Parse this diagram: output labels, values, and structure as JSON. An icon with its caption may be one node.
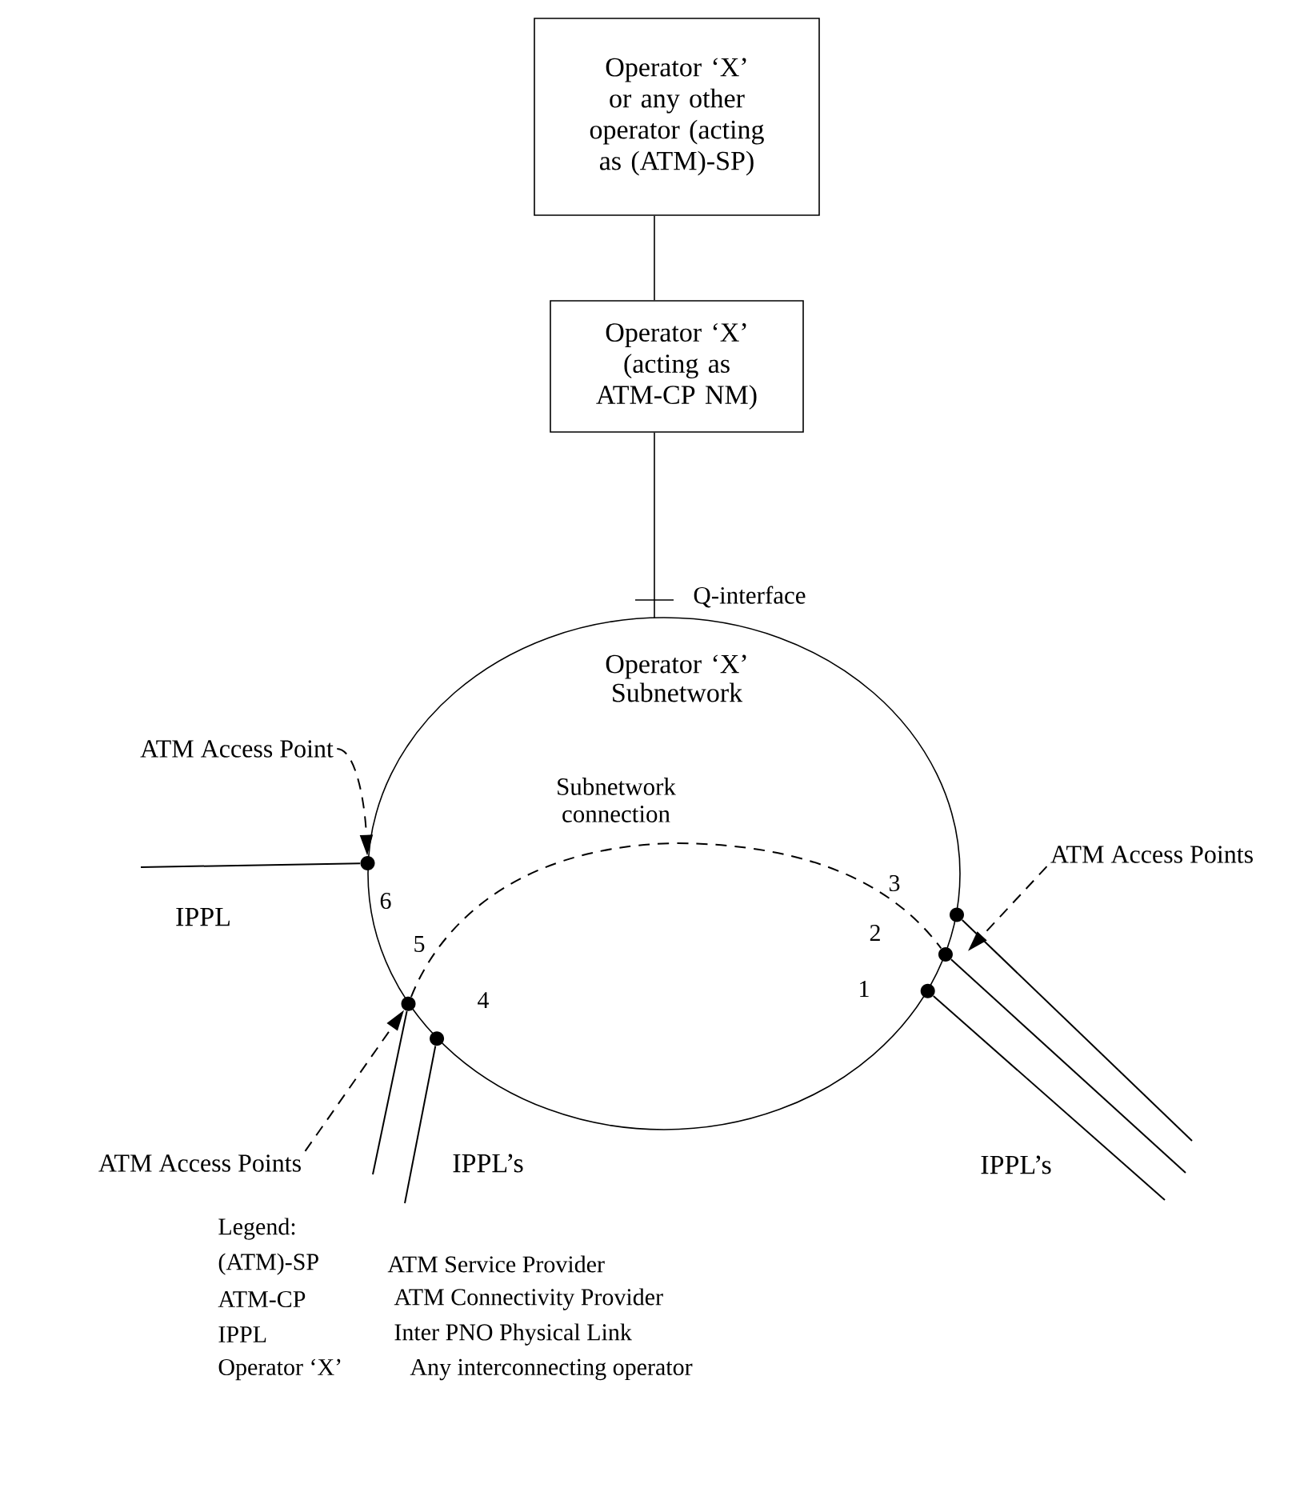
{
  "diagram": {
    "nodes": [
      {
        "text": [
          "Operator ‘X’ or any other operator (acting as (ATM)-SP)"
        ]
      },
      {
        "text": [
          "Operator ‘X’ (acting as ATM-CP NM)"
        ]
      },
      {
        "text": [
          "Operator ‘X’ Subnetwork"
        ]
      },
      {
        "text": [
          "ATM Access Point"
        ]
      },
      {
        "text": [],
        "shape": "circle",
        "in": 2
      },
      {
        "text": [],
        "shape": "circle",
        "in": 2
      },
      {
        "text": [],
        "shape": "circle",
        "in": 2
      },
      {
        "text": [],
        "shape": "circle",
        "in": 2
      },
      {
        "text": [],
        "shape": "circle",
        "in": 2
      },
      {
        "text": [],
        "shape": "circle",
        "in": 2
      },
      {
        "text": [
          "ATM Access Points"
        ]
      },
      {
        "text": [
          "ATM Access Points"
        ]
      }
    ],
    "edges": [
      {
        "from": 0,
        "to": 1,
        "arrow": "none"
      },
      {
        "from": 1,
        "to": 2,
        "arrow": "none",
        "label": "Q-interface"
      },
      {
        "from": 5,
        "to": 8,
        "arrow": "none",
        "style": "dashed",
        "label": "Subnetwork connection"
      },
      {
        "from": 3,
        "to": 4,
        "arrow": "to",
        "style": "dashed"
      },
      {
        "from": 11,
        "to": 5,
        "arrow": "to",
        "style": "dashed"
      },
      {
        "from": 10,
        "to": 8,
        "arrow": "to",
        "style": "dashed"
      },
      {
        "from": 4,
        "to": null,
        "arrow": "none"
      },
      {
        "from": 5,
        "to": null,
        "arrow": "none"
      },
      {
        "from": 6,
        "to": null,
        "arrow": "none"
      },
      {
        "from": 9,
        "to": null,
        "arrow": "none"
      },
      {
        "from": 8,
        "to": null,
        "arrow": "none"
      },
      {
        "from": 7,
        "to": null,
        "arrow": "none"
      }
    ],
    "labels": [
      "3",
      "6",
      "IPPL",
      "2",
      "5",
      "1",
      "4",
      "IPPL’s",
      "IPPL’s",
      "Legend:",
      "(ATM)-SP",
      "ATM Service Provider",
      "ATM-CP",
      "ATM Connectivity Provider",
      "IPPL",
      "Inter PNO Physical Link",
      "Operator ‘X’",
      "Any interconnecting operator"
    ]
  }
}
